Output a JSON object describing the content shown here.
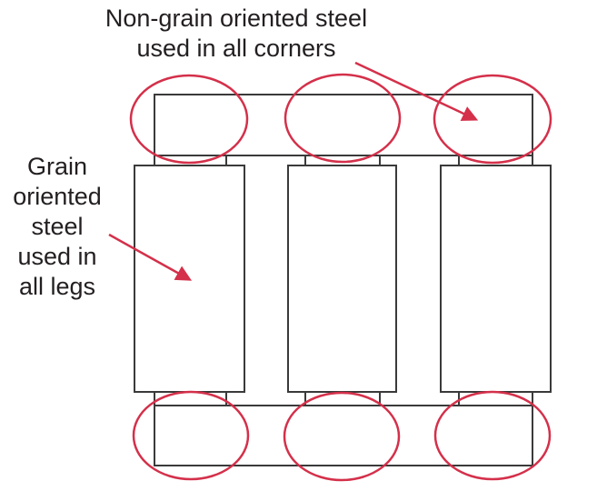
{
  "labels": {
    "corners": [
      "Non-grain oriented steel",
      "used in all corners"
    ],
    "legs": [
      "Grain",
      "oriented",
      "steel",
      "used in",
      "all legs"
    ]
  },
  "colors": {
    "core_outline": "#3a3a3a",
    "highlight_ellipse": "#d4304a",
    "arrow": "#d4304a",
    "text": "#231f20",
    "background": "#ffffff"
  },
  "structure": {
    "legs": 3,
    "yokes": 2,
    "highlighted_corners": 6
  }
}
